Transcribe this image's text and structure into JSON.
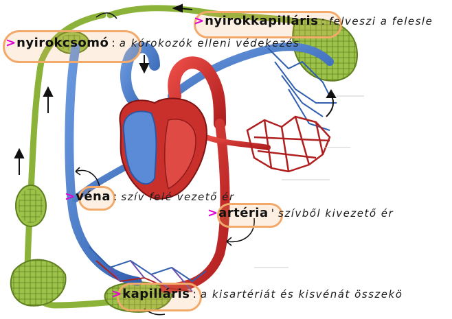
{
  "labels": [
    {
      "id": "nyirokkapillaris",
      "chevron": ">",
      "term": "nyirokkapilláris",
      "separator": ":",
      "definition": "felveszi a felesle"
    },
    {
      "id": "nyirokcsomo",
      "chevron": ">",
      "term": "nyirokcsomó",
      "separator": ":",
      "definition": "a kórokozók elleni védekezés"
    },
    {
      "id": "vena",
      "chevron": ">",
      "term": "véna",
      "separator": ":",
      "definition": "szív felé vezető ér"
    },
    {
      "id": "arteria",
      "chevron": ">",
      "term": "artéria",
      "separator": "'",
      "definition": "szívből kivezető ér"
    },
    {
      "id": "kapillaris",
      "chevron": ">",
      "term": "kapilláris",
      "separator": ":",
      "definition": "a kisartériát és kisvénát összekö"
    }
  ],
  "colors": {
    "lymph": "#8bb33a",
    "lymph_dark": "#5f7f1f",
    "artery": "#d8322f",
    "artery_dark": "#a51b1b",
    "vein": "#4a7fd0",
    "vein_dark": "#2b58a6",
    "highlight": "#f2a96a",
    "chevron": "#e000d0"
  }
}
